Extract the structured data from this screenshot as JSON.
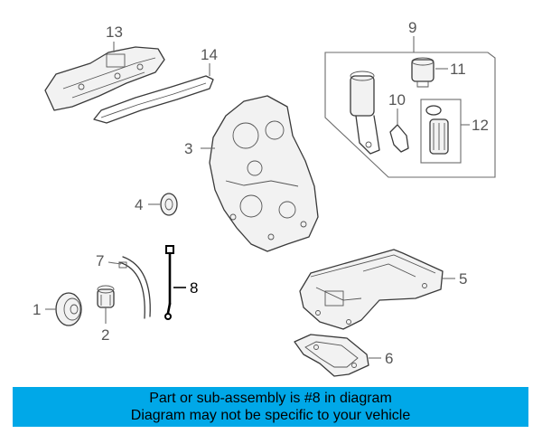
{
  "callouts": {
    "c1": "1",
    "c2": "2",
    "c3": "3",
    "c4": "4",
    "c5": "5",
    "c6": "6",
    "c7": "7",
    "c8": "8",
    "c9": "9",
    "c10": "10",
    "c11": "11",
    "c12": "12",
    "c13": "13",
    "c14": "14"
  },
  "highlighted_part": "8",
  "banner": {
    "line1": "Part or sub-assembly is #8 in diagram",
    "line2": "Diagram may not be specific to your vehicle"
  },
  "colors": {
    "banner_bg": "#00a8e8",
    "line_art": "#3a3a3a",
    "highlight": "#000000"
  }
}
